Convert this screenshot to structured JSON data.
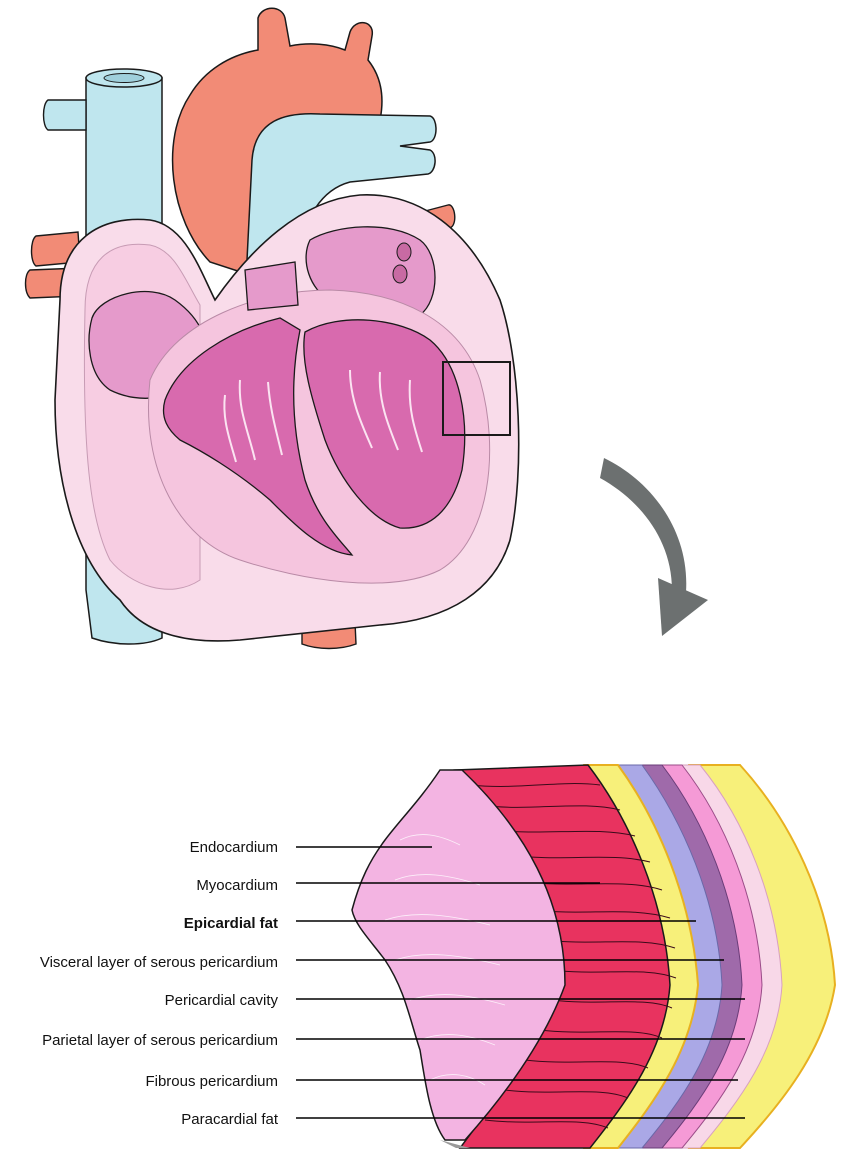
{
  "layers": [
    {
      "label": "Endocardium",
      "bold": false
    },
    {
      "label": "Myocardium",
      "bold": false
    },
    {
      "label": "Epicardial fat",
      "bold": true
    },
    {
      "label": "Visceral layer of serous pericardium",
      "bold": false
    },
    {
      "label": "Pericardial cavity",
      "bold": false
    },
    {
      "label": "Parietal layer of serous pericardium",
      "bold": false
    },
    {
      "label": "Fibrous pericardium",
      "bold": false
    },
    {
      "label": "Paracardial fat",
      "bold": false
    }
  ],
  "colors": {
    "vein": "#bfe6ee",
    "artery": "#f28b76",
    "pericardium": "#f9dcea",
    "chamber": "#e59acb",
    "chamber_dark": "#d86aae",
    "myocardium": "#e8335f",
    "fat": "#f7f07a",
    "visceral": "#aaa8e6",
    "cavity": "#9f6aaa",
    "parietal": "#f59ad6",
    "fibrous": "#f8d8e8",
    "arrow": "#6c7070"
  }
}
